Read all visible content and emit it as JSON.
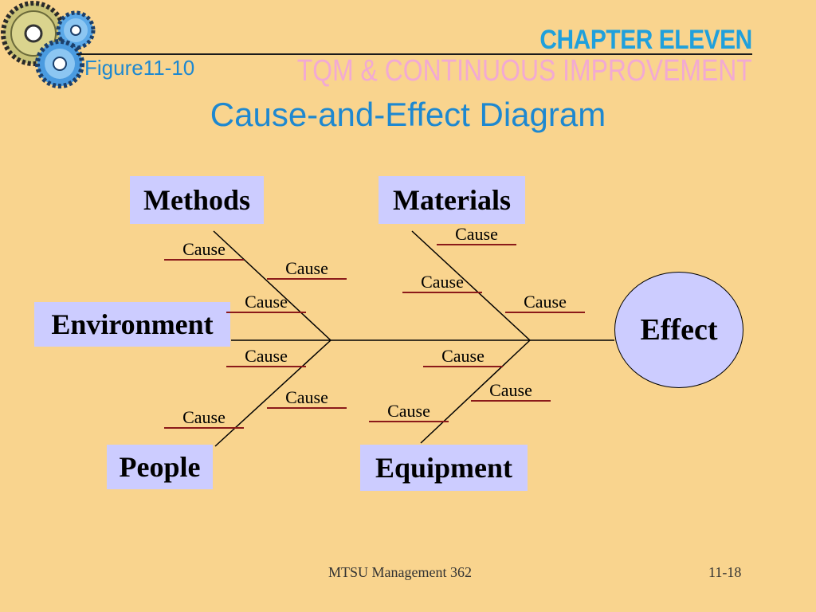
{
  "header": {
    "chapter": "CHAPTER ELEVEN",
    "subtitle": "TQM & CONTINUOUS IMPROVEMENT",
    "figure_label": "Figure11-10",
    "title": "Cause-and-Effect Diagram"
  },
  "diagram": {
    "categories": {
      "methods": "Methods",
      "materials": "Materials",
      "environment": "Environment",
      "people": "People",
      "equipment": "Equipment"
    },
    "effect": "Effect",
    "cause_label": "Cause"
  },
  "footer": {
    "course": "MTSU Management 362",
    "page": "11-18"
  },
  "colors": {
    "background": "#F9D48E",
    "category_fill": "#CCCCFF",
    "title_blue": "#1E88D0",
    "chapter_blue": "#1FA0DC",
    "subtitle_pink": "#F2AAD3",
    "cause_underline": "#8B1A1A"
  },
  "icons": [
    "gears-icon"
  ]
}
